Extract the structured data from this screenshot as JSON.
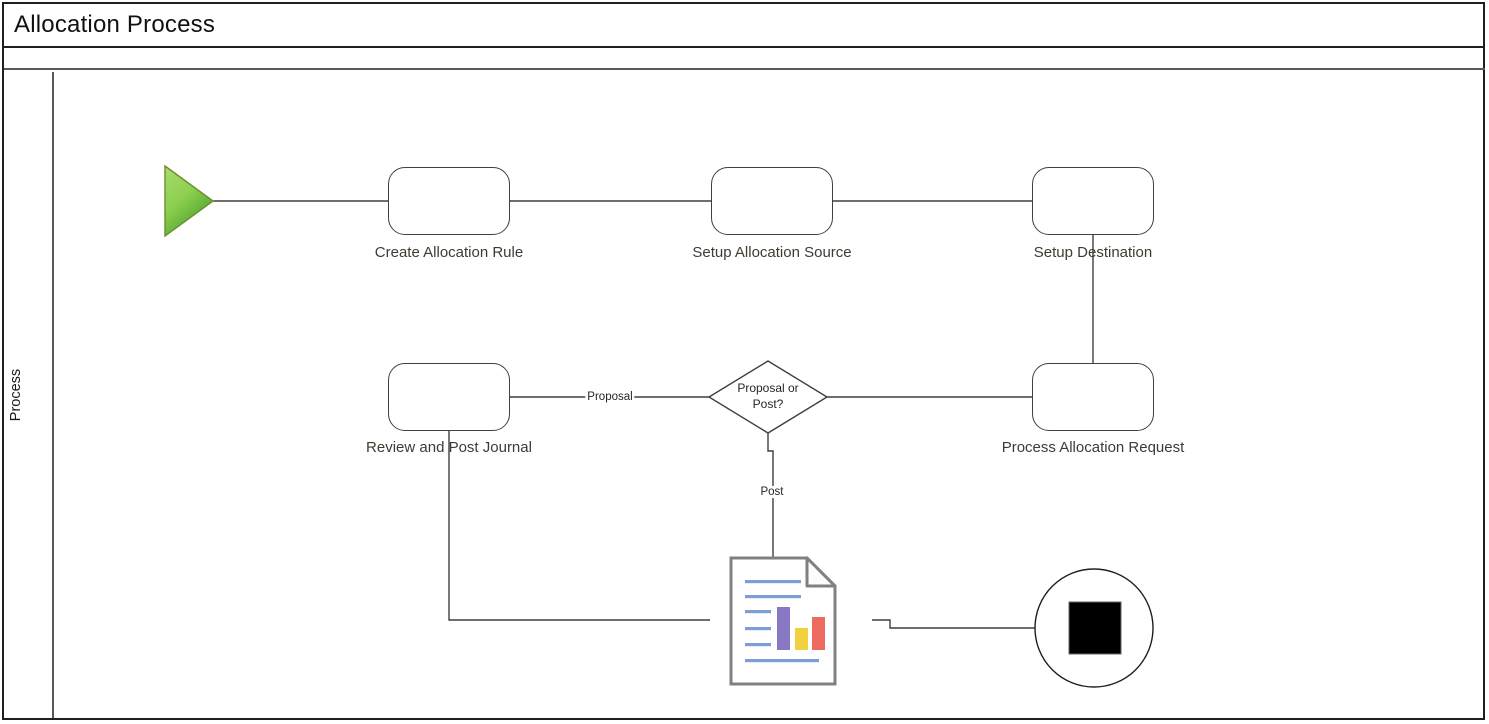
{
  "title": "Allocation Process",
  "lane_label": "Process",
  "nodes": {
    "start_event": {
      "icon": "start-event-triangle-icon",
      "gradient_top": "#aadb6e",
      "gradient_mid": "#8ccf4f",
      "gradient_bottom": "#46a02b",
      "border_color": "#6b8f2f"
    },
    "create_rule": {
      "label": "Create Allocation Rule"
    },
    "setup_source": {
      "label": "Setup Allocation Source"
    },
    "setup_destination": {
      "label": "Setup Destination"
    },
    "review_post_journal": {
      "label": "Review and Post Journal"
    },
    "process_allocation_request": {
      "label": "Process Allocation Request"
    },
    "decision": {
      "label": "Proposal or Post?"
    },
    "report_document": {
      "icon": "report-document-icon",
      "outline_color": "#808080",
      "text_line_color": "#7da0d4",
      "bar_colors": [
        "#8878c3",
        "#f2d13e",
        "#ed6a5e"
      ]
    },
    "end_event": {
      "icon": "end-event-icon",
      "square_color": "#000000"
    }
  },
  "edges": {
    "proposal_label": "Proposal",
    "post_label": "Post"
  }
}
